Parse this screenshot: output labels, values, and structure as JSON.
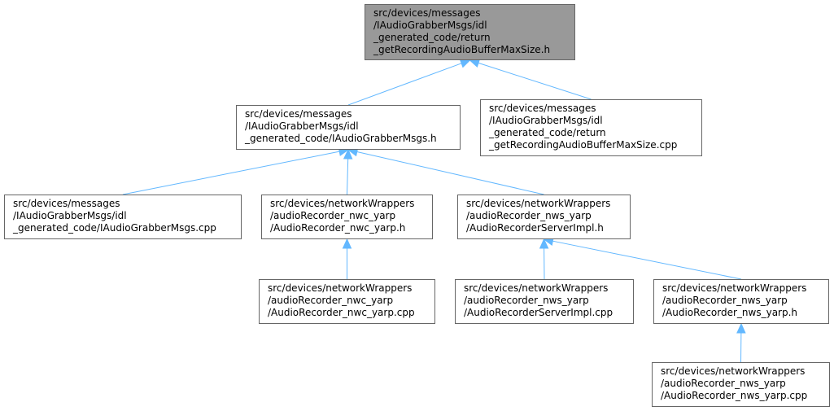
{
  "colors": {
    "edge": "#63b8ff",
    "root_fill": "#999999",
    "node_border": "#666666"
  },
  "nodes": {
    "root": {
      "lines": [
        "src/devices/messages",
        "/IAudioGrabberMsgs/idl",
        "_generated_code/return",
        "_getRecordingAudioBufferMaxSize.h"
      ]
    },
    "msgs_h": {
      "lines": [
        "src/devices/messages",
        "/IAudioGrabberMsgs/idl",
        "_generated_code/IAudioGrabberMsgs.h"
      ]
    },
    "ret_cpp": {
      "lines": [
        "src/devices/messages",
        "/IAudioGrabberMsgs/idl",
        "_generated_code/return",
        "_getRecordingAudioBufferMaxSize.cpp"
      ]
    },
    "msgs_cpp": {
      "lines": [
        "src/devices/messages",
        "/IAudioGrabberMsgs/idl",
        "_generated_code/IAudioGrabberMsgs.cpp"
      ]
    },
    "nwc_h": {
      "lines": [
        "src/devices/networkWrappers",
        "/audioRecorder_nwc_yarp",
        "/AudioRecorder_nwc_yarp.h"
      ]
    },
    "nws_impl_h": {
      "lines": [
        "src/devices/networkWrappers",
        "/audioRecorder_nws_yarp",
        "/AudioRecorderServerImpl.h"
      ]
    },
    "nwc_cpp": {
      "lines": [
        "src/devices/networkWrappers",
        "/audioRecorder_nwc_yarp",
        "/AudioRecorder_nwc_yarp.cpp"
      ]
    },
    "nws_impl_cpp": {
      "lines": [
        "src/devices/networkWrappers",
        "/audioRecorder_nws_yarp",
        "/AudioRecorderServerImpl.cpp"
      ]
    },
    "nws_h": {
      "lines": [
        "src/devices/networkWrappers",
        "/audioRecorder_nws_yarp",
        "/AudioRecorder_nws_yarp.h"
      ]
    },
    "nws_cpp": {
      "lines": [
        "src/devices/networkWrappers",
        "/audioRecorder_nws_yarp",
        "/AudioRecorder_nws_yarp.cpp"
      ]
    }
  },
  "edges": [
    [
      "msgs_h",
      "root"
    ],
    [
      "ret_cpp",
      "root"
    ],
    [
      "msgs_cpp",
      "msgs_h"
    ],
    [
      "nwc_h",
      "msgs_h"
    ],
    [
      "nws_impl_h",
      "msgs_h"
    ],
    [
      "nwc_cpp",
      "nwc_h"
    ],
    [
      "nws_impl_cpp",
      "nws_impl_h"
    ],
    [
      "nws_h",
      "nws_impl_h"
    ],
    [
      "nws_cpp",
      "nws_h"
    ]
  ]
}
